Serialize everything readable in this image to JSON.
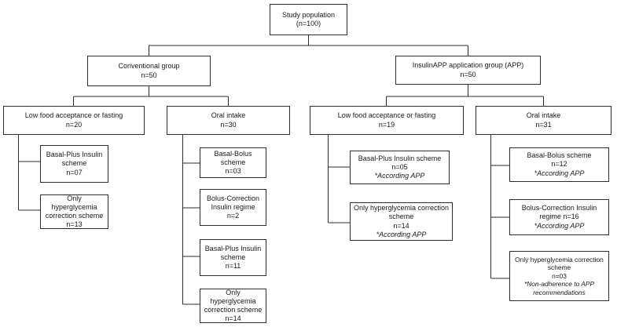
{
  "root": {
    "title": "Study population",
    "n": "(n=100)"
  },
  "conventional": {
    "group": {
      "title": "Conventional group",
      "n": "n=50"
    },
    "low_food": {
      "title": "Low food acceptance or fasting",
      "n": "n=20",
      "basal_plus": {
        "line1": "Basal-Plus Insulin",
        "line2": "scheme",
        "n": "n=07"
      },
      "only_hyper": {
        "line1": "Only hyperglycemia",
        "line2": "correction scheme",
        "n": "n=13"
      }
    },
    "oral": {
      "title": "Oral intake",
      "n": "n=30",
      "basal_bolus": {
        "line1": "Basal-Bolus scheme",
        "n": "n=03"
      },
      "bolus_correction": {
        "line1": "Bolus-Correction",
        "line2": "Insulin regime",
        "n": "n=2"
      },
      "basal_plus": {
        "line1": "Basal-Plus Insulin",
        "line2": "scheme",
        "n": "n=11"
      },
      "only_hyper": {
        "line1": "Only hyperglycemia",
        "line2": "correction scheme",
        "n": "n=14"
      }
    }
  },
  "app": {
    "group": {
      "title": "InsulinAPP application group (APP)",
      "n": "n=50"
    },
    "low_food": {
      "title": "Low food acceptance or fasting",
      "n": "n=19",
      "basal_plus": {
        "line1": "Basal-Plus Insulin scheme",
        "n": "n=05",
        "note": "*According APP"
      },
      "only_hyper": {
        "line1": "Only hyperglycemia correction",
        "line2": "scheme",
        "n": "n=14",
        "note": "*According APP"
      }
    },
    "oral": {
      "title": "Oral intake",
      "n": "n=31",
      "basal_bolus": {
        "line1": "Basal-Bolus scheme",
        "n": "n=12",
        "note": "*According APP"
      },
      "bolus_correction": {
        "line1": "Bolus-Correction Insulin",
        "line2": "regime  n=16",
        "note": "*According APP"
      },
      "only_hyper": {
        "line1": "Only hyperglycemia correction",
        "line2": "scheme",
        "n": "n=03",
        "note1": "*Non-adherence to APP",
        "note2": "recommendations"
      }
    }
  }
}
